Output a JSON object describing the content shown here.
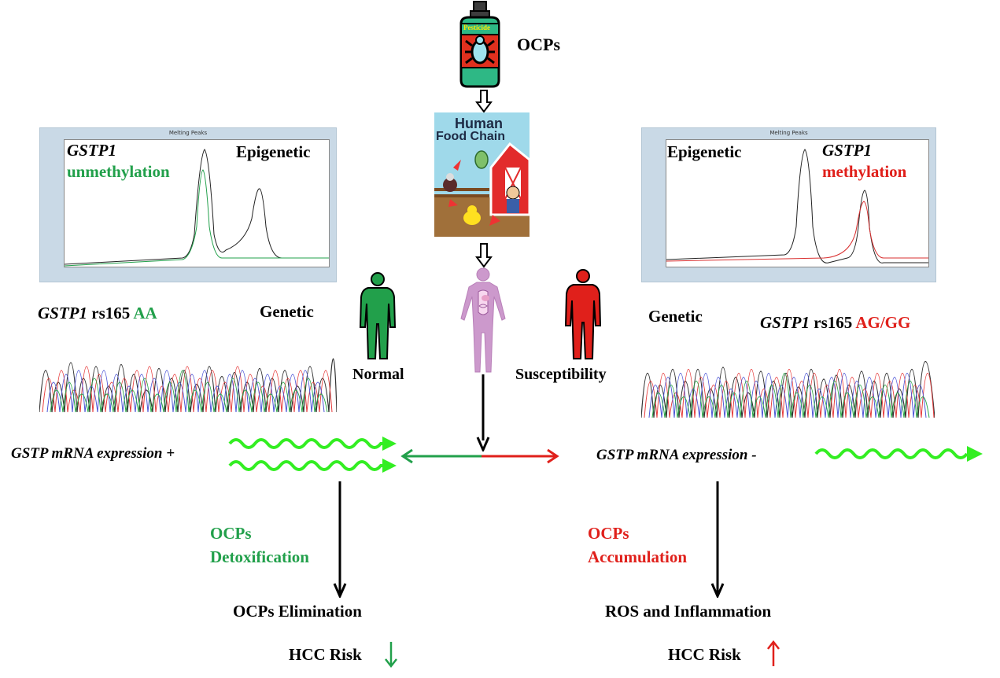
{
  "top": {
    "ocps_label": "OCPs",
    "bottle_label": "Pesticide",
    "food_chain_title_1": "Human",
    "food_chain_title_2": "Food Chain"
  },
  "left": {
    "plot_title": "Melting Peaks",
    "gene_name": "GSTP1",
    "status": "unmethylation",
    "epigenetic_label": "Epigenetic",
    "genetic_label": "Genetic",
    "snp_gene": "GSTP1",
    "snp_id": "rs165",
    "genotype": "AA",
    "person_label": "Normal",
    "expression_text": "GSTP mRNA expression +",
    "outcome_line1": "OCPs",
    "outcome_line2": "Detoxification",
    "result": "OCPs Elimination",
    "risk_label": "HCC Risk"
  },
  "right": {
    "plot_title": "Melting Peaks",
    "gene_name": "GSTP1",
    "status": "methylation",
    "epigenetic_label": "Epigenetic",
    "genetic_label": "Genetic",
    "snp_gene": "GSTP1",
    "snp_id": "rs165",
    "genotype": "AG/GG",
    "person_label": "Susceptibility",
    "expression_text": "GSTP mRNA expression -",
    "outcome_line1": "OCPs",
    "outcome_line2": "Accumulation",
    "result": "ROS and Inflammation",
    "risk_label": "HCC Risk"
  },
  "colors": {
    "green": "#22a04b",
    "red": "#e0201b",
    "mrna": "#33ee22",
    "human_purple": "#cc99cc",
    "plot_bg": "#c9d9e6"
  },
  "icons": {
    "risk_down": "arrow-down-icon",
    "risk_up": "arrow-up-icon"
  }
}
